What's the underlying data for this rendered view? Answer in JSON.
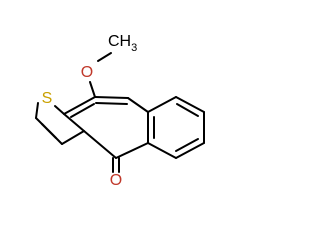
{
  "molecule": {
    "atoms": {
      "oxygen_methoxy": {
        "label": "O"
      },
      "methyl": {
        "label_main": "CH",
        "label_sub": "3"
      },
      "sulfur": {
        "label": "S"
      },
      "oxygen_carbonyl": {
        "label": "O"
      }
    },
    "colors": {
      "bond": "#000000",
      "oxygen": "#c0392b",
      "sulfur": "#c9a000",
      "carbon": "#000000"
    }
  }
}
